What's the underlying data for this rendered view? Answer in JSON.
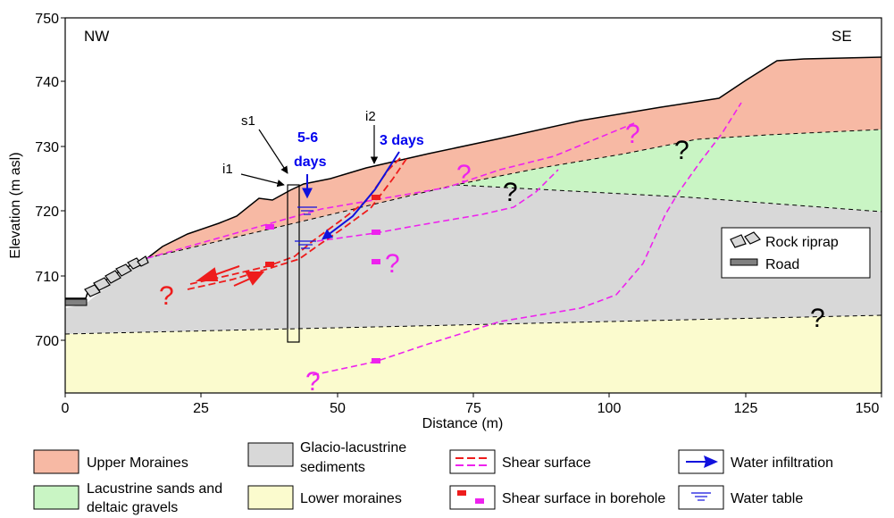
{
  "figure": {
    "y_axis_title": "Elevation (m asl)",
    "x_axis_title": "Distance (m)",
    "x_ticks": [
      "0",
      "25",
      "50",
      "75",
      "100",
      "125",
      "150"
    ],
    "y_ticks": [
      "750",
      "740",
      "730",
      "720",
      "710",
      "700"
    ],
    "corner_left": "NW",
    "corner_right": "SE",
    "borehole_labels": {
      "s1": "s1",
      "i1": "i1",
      "i2": "i2"
    },
    "infiltration_labels": {
      "days_56_line1": "5-6",
      "days_56_line2": "days",
      "days_3": "3 days"
    },
    "question_mark": "?"
  },
  "inset_legend": {
    "riprap": "Rock riprap",
    "road": "Road"
  },
  "legend": {
    "upper_moraines": "Upper Moraines",
    "lacustrine_line1": "Lacustrine sands and",
    "lacustrine_line2": "deltaic gravels",
    "glacio_line1": "Glacio-lacustrine",
    "glacio_line2": "sediments",
    "lower_moraines": "Lower moraines",
    "shear_surface": "Shear surface",
    "shear_borehole": "Shear surface in borehole",
    "water_infiltration": "Water infiltration",
    "water_table": "Water table"
  },
  "colors": {
    "upper_moraines": "#f7b9a4",
    "lacustrine": "#c9f5c4",
    "glacio": "#d8d8d8",
    "lower_moraines": "#fbfbce",
    "shear_red": "#ee1c1c",
    "shear_magenta": "#ee22ee",
    "infiltration_blue": "#1010dd",
    "road": "#808080"
  }
}
